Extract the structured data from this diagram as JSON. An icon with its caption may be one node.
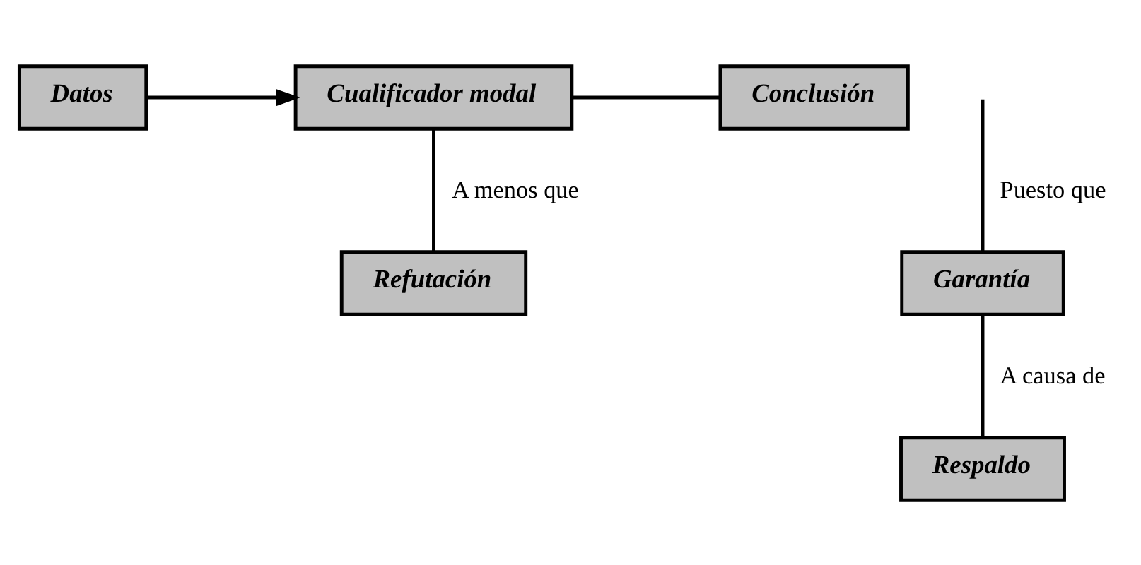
{
  "diagram": {
    "nodes": [
      {
        "text": [
          "Datos"
        ]
      },
      {
        "text": [
          "Cualificador modal"
        ]
      },
      {
        "text": [
          "Conclusión"
        ]
      },
      {
        "text": [
          "Garantía"
        ]
      },
      {
        "text": [
          "Refutación"
        ]
      },
      {
        "text": [
          "Respaldo"
        ]
      }
    ],
    "edges": [
      {
        "from": 0,
        "to": 1,
        "arrow": "to"
      },
      {
        "from": 1,
        "to": 2,
        "arrow": "none"
      },
      {
        "from": 3,
        "to": null,
        "arrow": "none",
        "label": "Puesto que"
      },
      {
        "from": 1,
        "to": 4,
        "arrow": "none",
        "label": "A menos que"
      },
      {
        "from": 3,
        "to": 5,
        "arrow": "none",
        "label": "A causa de"
      }
    ]
  }
}
